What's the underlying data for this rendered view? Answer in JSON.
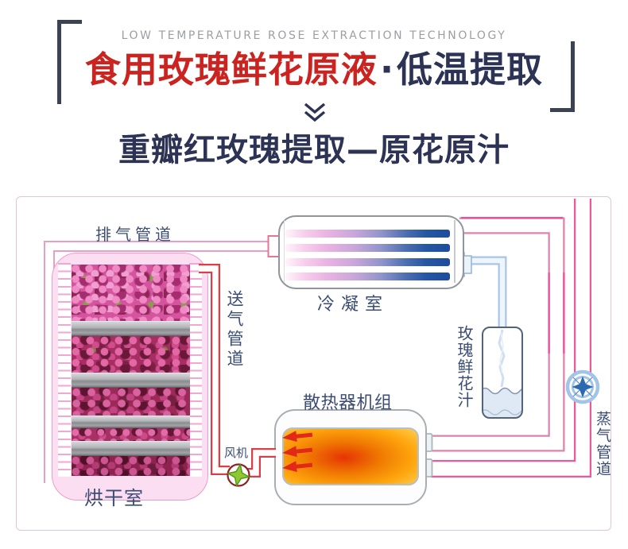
{
  "header": {
    "eng_subtitle": "LOW TEMPERATURE ROSE EXTRACTION TECHNOLOGY",
    "title_red": "食用玫瑰鲜花原液",
    "title_separator": "·",
    "title_blue": "低温提取",
    "subtitle": "重瓣红玫瑰提取—原花原汁"
  },
  "diagram": {
    "labels": {
      "exhaust_pipe": "排气管道",
      "supply_pipe": "送气管道",
      "drying_room": "烘干室",
      "condenser": "冷凝室",
      "radiator_unit": "散热器机组",
      "fan": "风机",
      "rose_juice": "玫瑰鲜花汁",
      "steam_pipe": "蒸气管道"
    },
    "colors": {
      "title_red": "#cb2420",
      "title_navy": "#2d3355",
      "label_navy": "#3b4d74",
      "exhaust_pipe_pink": "#ea9ec6",
      "steam_pipe_magenta": "#ec589c",
      "return_pipe_mauve": "#dc82ab",
      "supply_pipe_red": "#d64046",
      "frame_border": "#e2c6d8",
      "chamber_fill": "#fbdef1",
      "chamber_border": "#ef9cc8",
      "condenser_blue": "#1d4c9c",
      "fan_green": "#8dc832",
      "valve_blue": "#2e6ab2",
      "heat_orange": "#f07c02",
      "tube_blue": "#a9c4e4"
    }
  }
}
